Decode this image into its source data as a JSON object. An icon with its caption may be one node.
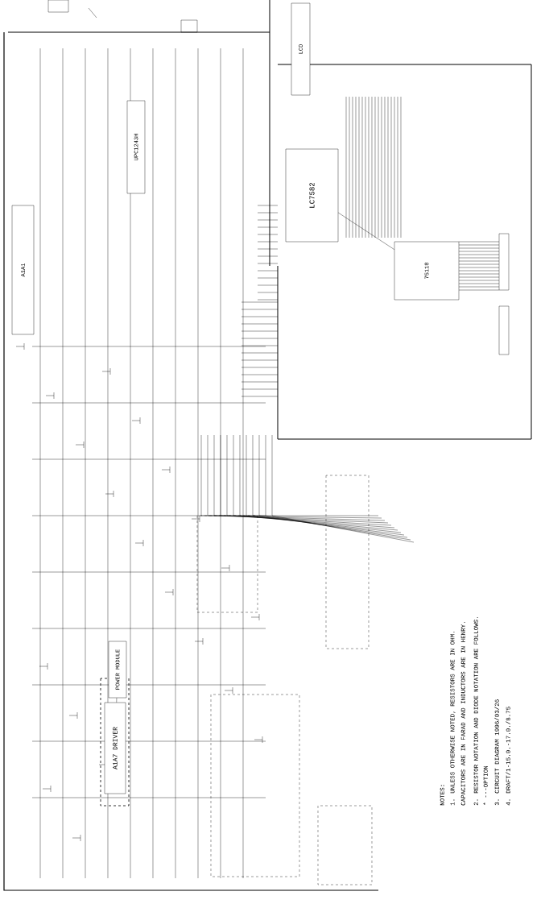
{
  "diagram": {
    "nodes": [
      {
        "text": [
          "A1A1"
        ]
      },
      {
        "text": [
          "UPC1243H"
        ]
      },
      {
        "text": [
          "LCD"
        ]
      },
      {
        "text": [
          "LC7582"
        ]
      },
      {
        "text": [
          "75118"
        ]
      },
      {
        "text": [
          "POWER MODULE"
        ]
      },
      {
        "text": [
          "A1A7 DRIVER"
        ]
      }
    ],
    "edges": [
      {
        "from": 5,
        "to": 6,
        "arrow": "none"
      },
      {
        "from": 3,
        "to": 4,
        "arrow": "none"
      }
    ],
    "labels": [
      "NOTES:",
      "1. UNLESS OTHERWISE NOTED, RESISTORS ARE IN OHM.",
      "CAPACITORS ARE IN FARAD AND INDUCTORS ARE IN HENRY.",
      "2. RESISTOR NOTATION AND DIODE NOTATION ARE FOLLOWS.",
      "* ---OPTION",
      "3. CIRCUIT DIAGRAM 1996/03/26",
      "4. DRAFT/1-15.0.-17.0./8.75"
    ]
  }
}
